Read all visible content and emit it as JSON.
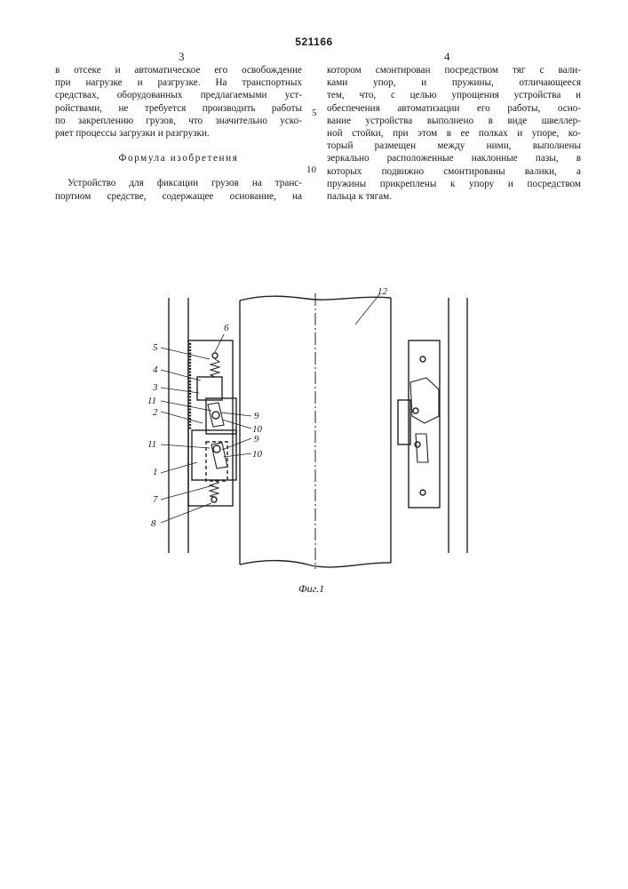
{
  "header": {
    "patent_number": "521166",
    "left_column_number": "3",
    "right_column_number": "4"
  },
  "left_column": {
    "lines_top": [
      "в отсеке и автоматическое  его освобождение",
      "при нагрузке и разгрузке.  На транспортных",
      "средствах, оборудованных предлагаемыми уст-",
      "ройствами, не требуется производить работы",
      "по закреплению грузов, что значительно уско-",
      "ряет процессы загрузки и разгрузки."
    ],
    "heading": "Формула изобретения",
    "lines_bottom": [
      "Устройство для фиксации грузов на транс-",
      "портном средстве, содержащее основание, на"
    ]
  },
  "right_column": {
    "lines": [
      "котором смонтирован посредством тяг с вали-",
      "ками упор, и пружины, отличающееся",
      "тем, что, с целью упрощения устройства и",
      "обеспечения автоматизации его работы, осно-",
      "вание устройства выполнено в виде швеллер-",
      "ной стойки, при этом в ее полках и упоре, ко-",
      "торый размещен между ними, выполнены",
      "зеркально расположенные наклонные пазы, в",
      "которых подвижно смонтированы валики, а",
      "пружины прикреплены к упору и посредством",
      "пальца к тягам."
    ]
  },
  "margin_line_numbers": [
    "5",
    "10"
  ],
  "figure": {
    "labels": {
      "l1": "1",
      "l2": "2",
      "l3": "3",
      "l4": "4",
      "l5": "5",
      "l6": "6",
      "l7": "7",
      "l8": "8",
      "l9a": "9",
      "l9b": "9",
      "l10a": "10",
      "l10b": "10",
      "l11a": "11",
      "l11b": "11",
      "l12": "12"
    },
    "caption": "Фиг.1"
  }
}
